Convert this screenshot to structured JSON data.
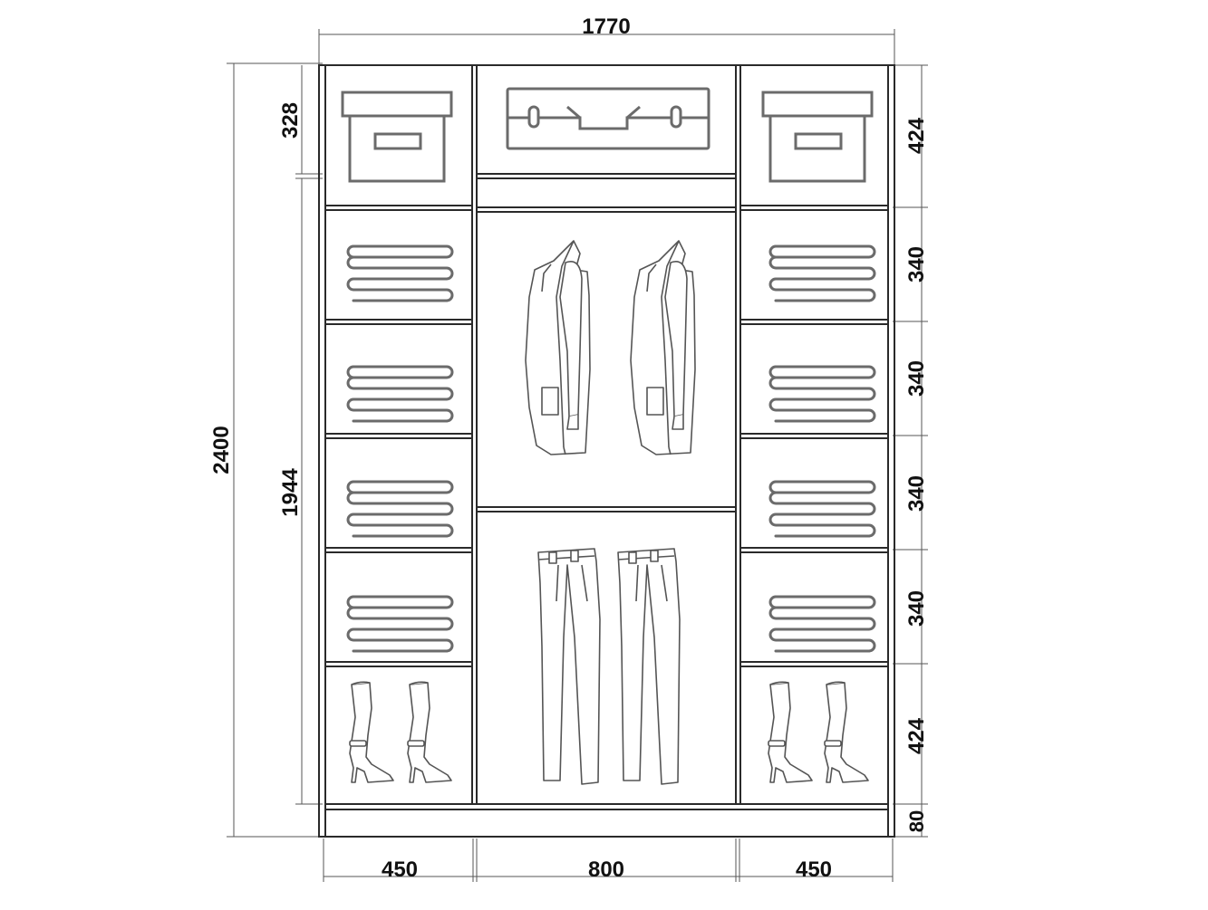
{
  "dimensions": {
    "total_width": "1770",
    "total_height": "2400",
    "inner_height": "1944",
    "top_left_height": "328",
    "left_width": "450",
    "middle_width": "800",
    "right_width": "450",
    "right_rows": [
      "424",
      "340",
      "340",
      "340",
      "340",
      "424"
    ],
    "plinth": "80"
  },
  "icons": {
    "storage_box": "storage-box-icon",
    "suitcase": "suitcase-icon",
    "folded_clothes": "folded-clothes-icon",
    "jacket": "jacket-icon",
    "trousers": "trousers-icon",
    "boots": "boots-icon"
  },
  "colors": {
    "line": "#2a2a2a",
    "icon": "#6b6b6b",
    "background": "#ffffff"
  }
}
